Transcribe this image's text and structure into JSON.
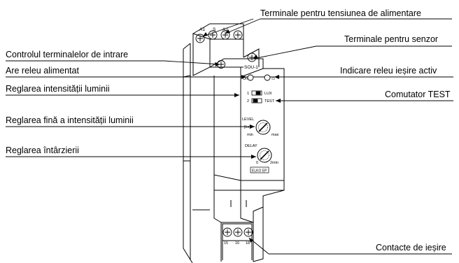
{
  "labels": {
    "supply_terminals": "Terminale pentru tensiunea de alimentare",
    "sensor_terminals": "Terminale pentru senzor",
    "input_control": "Controlul terminalelor de intrare",
    "relay_powered": "Are releu alimentat",
    "output_relay_active": "Indicare releu ieșire activ",
    "light_intensity": "Reglarea intensității luminii",
    "test_switch": "Comutator TEST",
    "fine_light": "Reglarea fină a intensității luminii",
    "delay_setting": "Reglarea întârzierii",
    "output_contacts": "Contacte de ieșire"
  },
  "device": {
    "model": "SOU-1",
    "un": "Un",
    "terminal_a1": "A1",
    "terminal_a2": "A2",
    "terminal_s": "S",
    "switch_1": "1",
    "switch_2": "2",
    "lux": "LUX",
    "test": "TEST",
    "level": "LEVEL",
    "lx": "[Lx]",
    "min": "min",
    "max": "max",
    "delay": "DELAY",
    "zero": "0",
    "two_min": "2min",
    "brand": "ELKO EP",
    "out_15": "15",
    "out_16": "16",
    "out_18": "18"
  }
}
